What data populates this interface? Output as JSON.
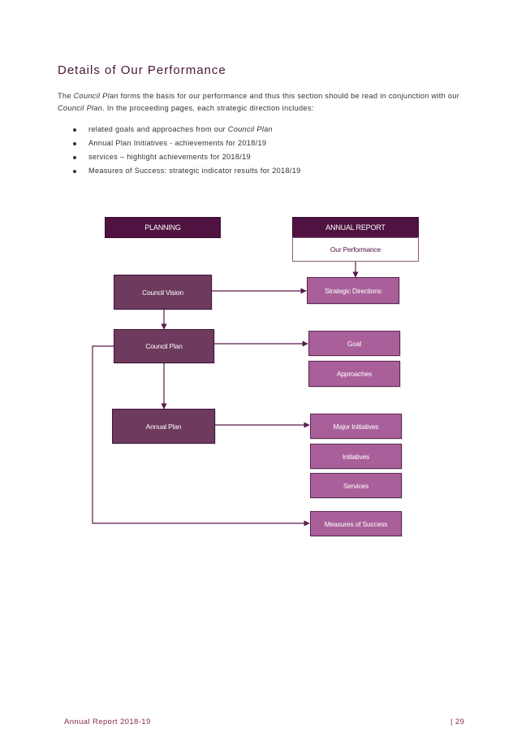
{
  "page": {
    "heading": "Details of Our Performance",
    "intro": {
      "part1": "The ",
      "council_plan_1": "Council Plan",
      "part2": " forms the basis for our performance and thus this section should be read in conjunction with our ",
      "council_plan_2": "Council Plan",
      "part3": ". In the proceeding pages, each strategic direction includes:"
    },
    "bullets": [
      {
        "text": "related goals and approaches from our ",
        "em": "Council Plan"
      },
      {
        "text": "Annual Plan Initiatives - achievements for 2018/19",
        "em": ""
      },
      {
        "text": "services – highlight achievements for 2018/19",
        "em": ""
      },
      {
        "text": "Measures of Success: strategic indicator results for 2018/19",
        "em": ""
      }
    ]
  },
  "diagram": {
    "planning_header": "PLANNING",
    "annual_report_header": "ANNUAL REPORT",
    "our_performance": "Our Performance",
    "council_vision": "Council Vision",
    "council_plan": "Council Plan",
    "annual_plan": "Annual Plan",
    "strategic_directions": "Strategic Directions",
    "goal": "Goal",
    "approaches": "Approaches",
    "major_initiatives": "Major Initiatives",
    "initiatives": "Initiatives",
    "services": "Services",
    "measures_of_success": "Measures of Success",
    "colors": {
      "header": "#4f1241",
      "dark_box": "#6e3a5e",
      "light_box": "#a9609a",
      "connector": "#5a1a4a"
    }
  },
  "footer": {
    "left": "Annual Report 2018-19",
    "right": "| 29"
  }
}
